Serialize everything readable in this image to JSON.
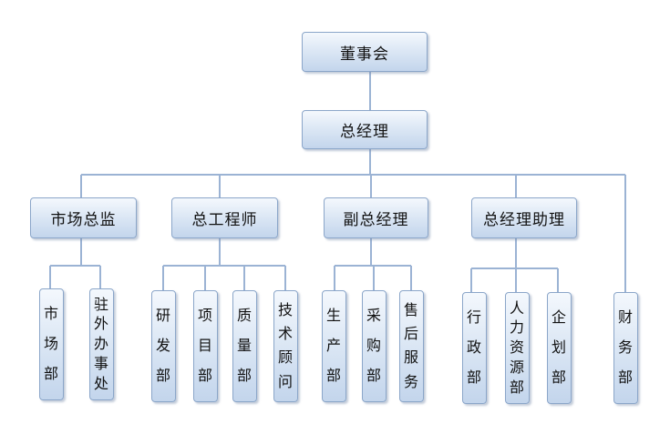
{
  "top": {
    "label": "董事会"
  },
  "gm": {
    "label": "总经理"
  },
  "level2": [
    {
      "label": "市场总监"
    },
    {
      "label": "总工程师"
    },
    {
      "label": "副总经理"
    },
    {
      "label": "总经理助理"
    }
  ],
  "depts": [
    {
      "chars": [
        "市",
        "场",
        "部"
      ]
    },
    {
      "chars": [
        "驻",
        "外",
        "办",
        "事",
        "处"
      ]
    },
    {
      "chars": [
        "研",
        "发",
        "部"
      ]
    },
    {
      "chars": [
        "项",
        "目",
        "部"
      ]
    },
    {
      "chars": [
        "质",
        "量",
        "部"
      ]
    },
    {
      "chars": [
        "技",
        "术",
        "顾",
        "问"
      ]
    },
    {
      "chars": [
        "生",
        "产",
        "部"
      ]
    },
    {
      "chars": [
        "采",
        "购",
        "部"
      ]
    },
    {
      "chars": [
        "售",
        "后",
        "服",
        "务"
      ]
    },
    {
      "chars": [
        "行",
        "政",
        "部"
      ]
    },
    {
      "chars": [
        "人",
        "力",
        "资",
        "源",
        "部"
      ]
    },
    {
      "chars": [
        "企",
        "划",
        "部"
      ]
    },
    {
      "chars": [
        "财",
        "务",
        "部"
      ]
    }
  ]
}
